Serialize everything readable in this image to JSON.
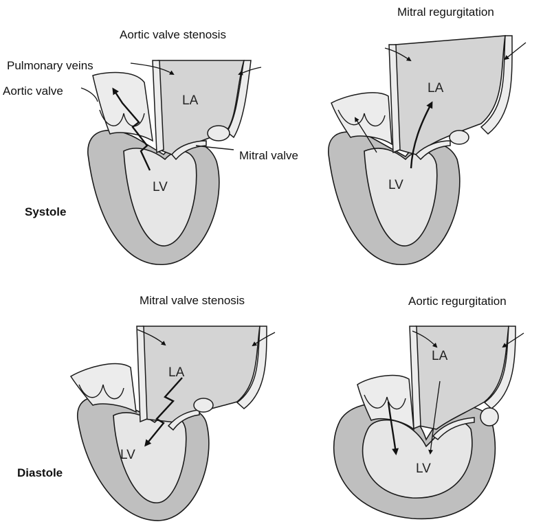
{
  "panels": {
    "top_left": {
      "title": "Aortic valve stenosis",
      "labels": {
        "pulmonary_veins": "Pulmonary veins",
        "aortic_valve": "Aortic valve",
        "mitral_valve": "Mitral valve",
        "la": "LA",
        "lv": "LV"
      }
    },
    "top_right": {
      "title": "Mitral regurgitation",
      "labels": {
        "la": "LA",
        "lv": "LV"
      }
    },
    "bottom_left": {
      "title": "Mitral valve stenosis",
      "labels": {
        "la": "LA",
        "lv": "LV"
      }
    },
    "bottom_right": {
      "title": "Aortic regurgitation",
      "labels": {
        "la": "LA",
        "lv": "LV"
      }
    }
  },
  "row_labels": {
    "systole": "Systole",
    "diastole": "Diastole"
  }
}
